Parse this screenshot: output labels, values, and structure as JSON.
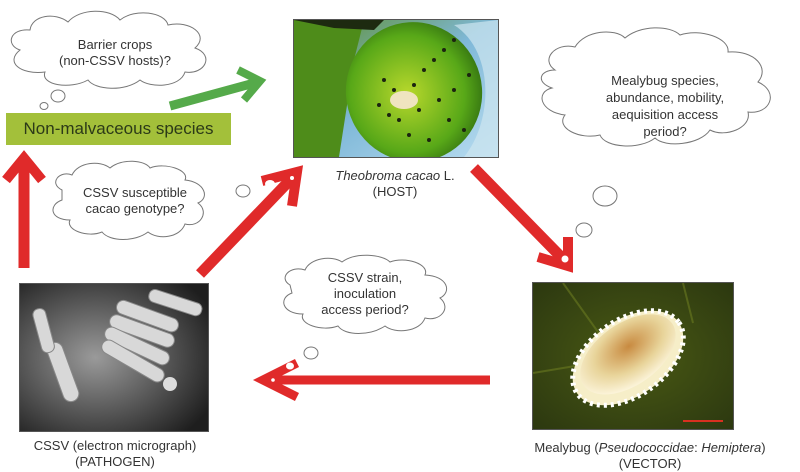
{
  "clouds": {
    "barrier": {
      "line1": "Barrier crops",
      "line2": "(non-CSSV hosts)?"
    },
    "mealybug": {
      "line1": "Mealybug species,",
      "line2": "abundance, mobility,",
      "line3": "aequisition access",
      "line4": "period?"
    },
    "genotype": {
      "line1": "CSSV susceptible",
      "line2": "cacao genotype?"
    },
    "strain": {
      "line1": "CSSV strain,",
      "line2": "inoculation",
      "line3": "access period?"
    }
  },
  "nodes": {
    "non_malvaceous": {
      "label": "Non-malvaceous species",
      "color": "#a3c03a"
    },
    "host": {
      "species": "Theobroma cacao",
      "author": " L.",
      "role": "(HOST)"
    },
    "pathogen": {
      "name": "CSSV (electron micrograph)",
      "role": "(PATHOGEN)"
    },
    "vector": {
      "name_prefix": "Mealybug (",
      "family": "Pseudococcidae",
      "sep": ": ",
      "order": "Hemiptera",
      "name_suffix": ")",
      "role": "(VECTOR)"
    }
  },
  "arrows": {
    "red_color": "#e02a2a",
    "green_color": "#55aa4a",
    "edges": [
      {
        "from": "pathogen",
        "to": "non_malvaceous",
        "color": "red",
        "direction": "up"
      },
      {
        "from": "non_malvaceous",
        "to": "host",
        "color": "green",
        "direction": "up-right"
      },
      {
        "from": "pathogen",
        "to": "host",
        "color": "red",
        "direction": "up-right"
      },
      {
        "from": "host",
        "to": "vector",
        "color": "red",
        "direction": "down-right"
      },
      {
        "from": "vector",
        "to": "pathogen",
        "color": "red",
        "direction": "left"
      }
    ]
  }
}
